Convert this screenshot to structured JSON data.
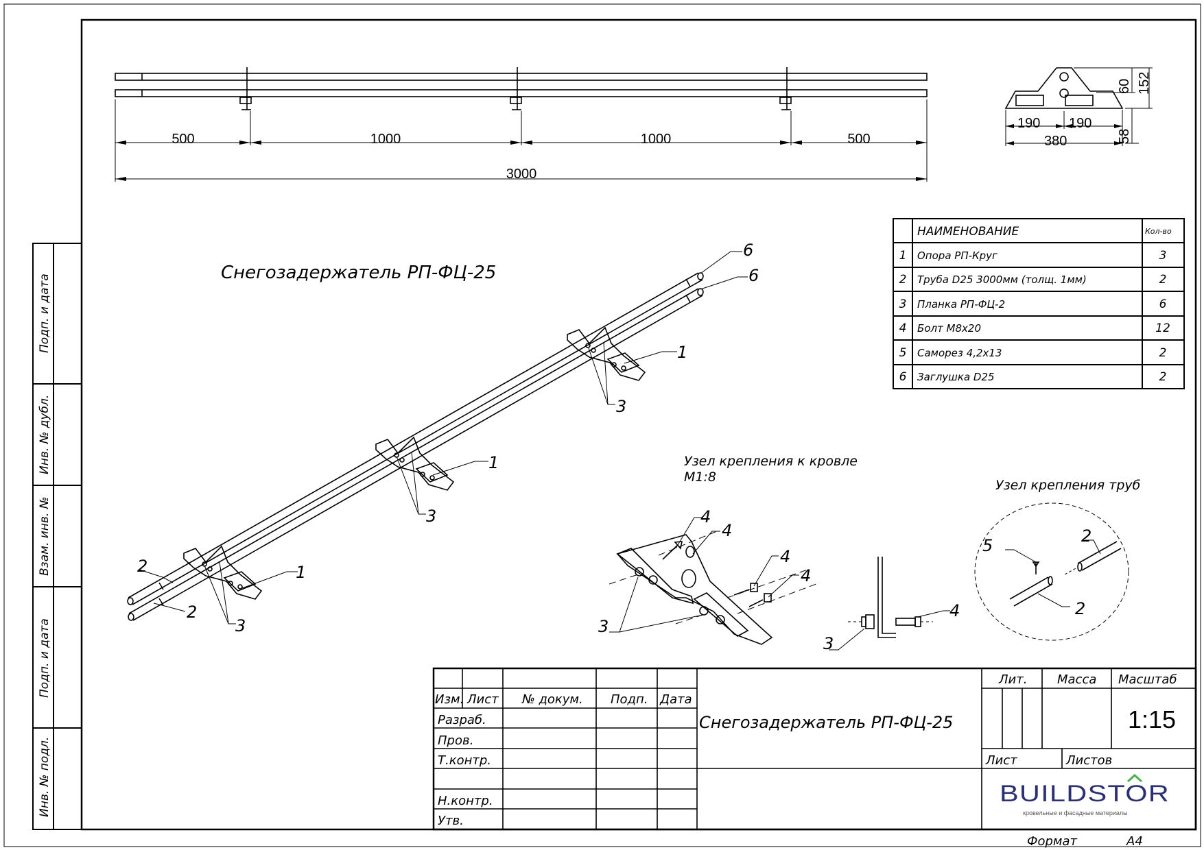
{
  "drawing_title": "Снегозадержатель РП-ФЦ-25",
  "top_view": {
    "dims": [
      "500",
      "1000",
      "1000",
      "500"
    ],
    "overall": "3000"
  },
  "profile_view": {
    "dims": {
      "height_top": "60",
      "height_total": "152",
      "half_left": "190",
      "half_right": "190",
      "width": "380",
      "base": "58"
    }
  },
  "spec_table": {
    "header_name": "НАИМЕНОВАНИЕ",
    "header_qty": "Кол-во",
    "rows": [
      {
        "num": "1",
        "name": "Опора РП-Круг",
        "qty": "3"
      },
      {
        "num": "2",
        "name": "Труба D25 3000мм (толщ. 1мм)",
        "qty": "2"
      },
      {
        "num": "3",
        "name": "Планка РП-ФЦ-2",
        "qty": "6"
      },
      {
        "num": "4",
        "name": "Болт М8х20",
        "qty": "12"
      },
      {
        "num": "5",
        "name": "Саморез 4,2х13",
        "qty": "2"
      },
      {
        "num": "6",
        "name": "Заглушка D25",
        "qty": "2"
      }
    ]
  },
  "callouts": {
    "main": [
      "6",
      "6",
      "1",
      "3",
      "1",
      "3",
      "2",
      "2",
      "1",
      "3"
    ],
    "roof_node": [
      "4",
      "4",
      "4",
      "4",
      "3"
    ],
    "side_node": [
      "4",
      "3"
    ],
    "pipe_node": [
      "5",
      "2",
      "2"
    ]
  },
  "roof_node": {
    "title": "Узел крепления к кровле",
    "scale": "М1:8"
  },
  "pipe_node": {
    "title": "Узел крепления труб"
  },
  "side_stamp": [
    "Подп. и дата",
    "Инв. № дубл.",
    "Взам. инв. №",
    "Подп. и дата",
    "Инв. № подл."
  ],
  "title_block": {
    "col_headers": [
      "Изм.",
      "Лист",
      "№ докум.",
      "Подп.",
      "Дата"
    ],
    "roles": [
      "Разраб.",
      "Пров.",
      "Т.контр.",
      "",
      "Н.контр.",
      "Утв."
    ],
    "title": "Снегозадержатель РП-ФЦ-25",
    "lit": "Лит.",
    "mass": "Масса",
    "scale_label": "Масштаб",
    "scale_value": "1:15",
    "sheet": "Лист",
    "sheets": "Листов",
    "format_label": "Формат",
    "format_value": "А4"
  },
  "logo": {
    "brand": "BUILDSTOR",
    "tagline": "кровельные и фасадные материалы"
  },
  "colors": {
    "line": "#000000",
    "logo": "#2b2f73",
    "logo_accent": "#4caf50"
  }
}
